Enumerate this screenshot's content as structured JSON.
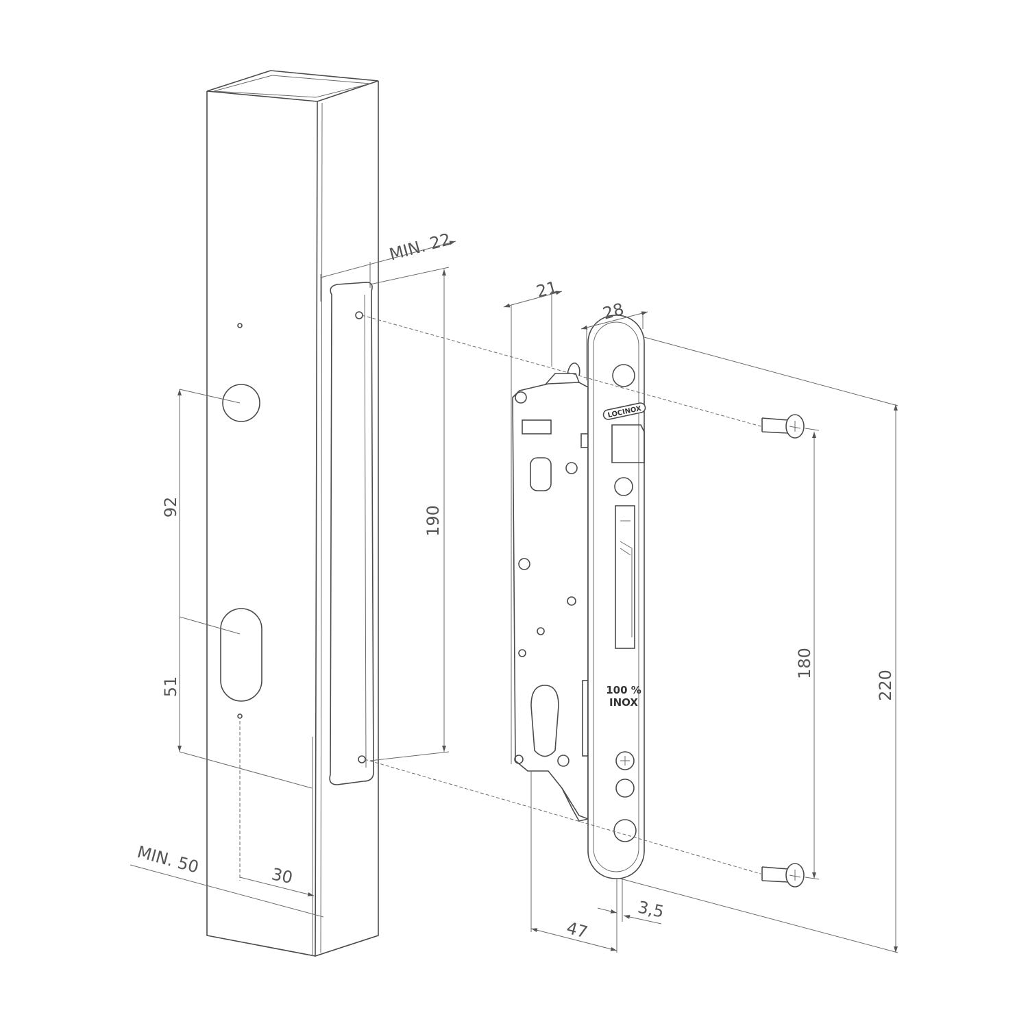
{
  "dimensions": {
    "min_22": "MIN. 22",
    "d_190": "190",
    "d_92": "92",
    "d_51": "51",
    "min_50": "MIN. 50",
    "d_30": "30",
    "d_21": "21",
    "d_28": "28",
    "d_180": "180",
    "d_220": "220",
    "d_47": "47",
    "d_3_5": "3,5"
  },
  "faceplate": {
    "brand": "LOCINOX",
    "material_line1": "100 %",
    "material_line2": "INOX"
  }
}
